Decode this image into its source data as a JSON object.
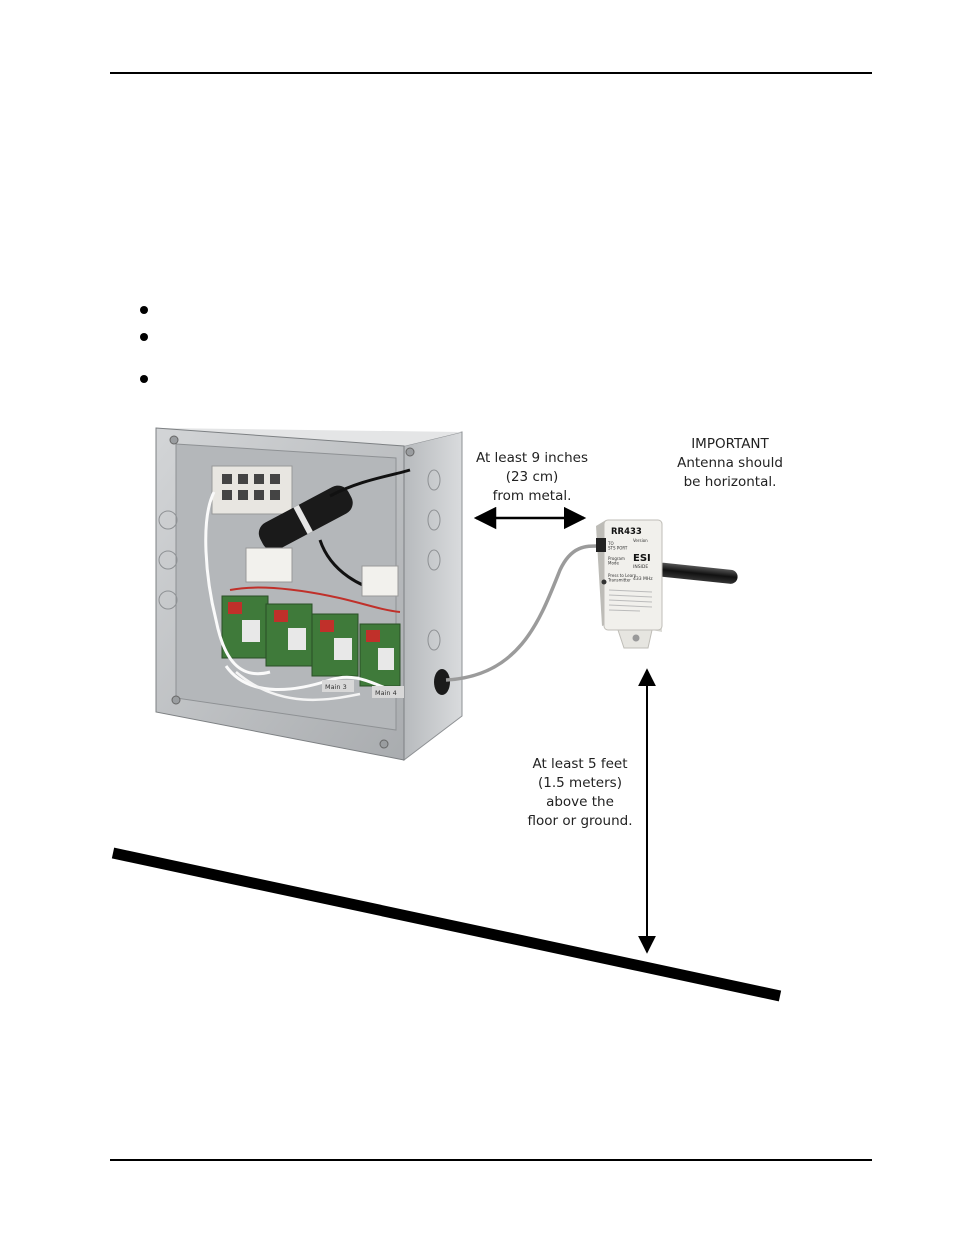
{
  "figure": {
    "callouts": {
      "distance_from_metal": "At least 9 inches\n(23 cm)\nfrom metal.",
      "important_title": "IMPORTANT",
      "important_body": "Antenna should\nbe horizontal.",
      "height_above_floor": "At least 5 feet\n(1.5 meters)\nabove the\nfloor or ground."
    },
    "device": {
      "model": "RR433",
      "sublabel": "Version",
      "port_label": "TO\nSTS PORT",
      "program_label": "Program\nMode",
      "learn_label": "Press to Learn\nTransmitter",
      "brand": "ESI",
      "brand_sub": "INSIDE",
      "frequency": "433 MHz"
    },
    "enclosure_labels": [
      "Main 3",
      "Main 4"
    ]
  },
  "colors": {
    "enclosure": "#c9cbcd",
    "enclosure_dark": "#8e9194",
    "board_green": "#3f7a3a",
    "relay_red": "#c0302a",
    "device_white": "#f1f0ec",
    "floor": "#000000"
  }
}
